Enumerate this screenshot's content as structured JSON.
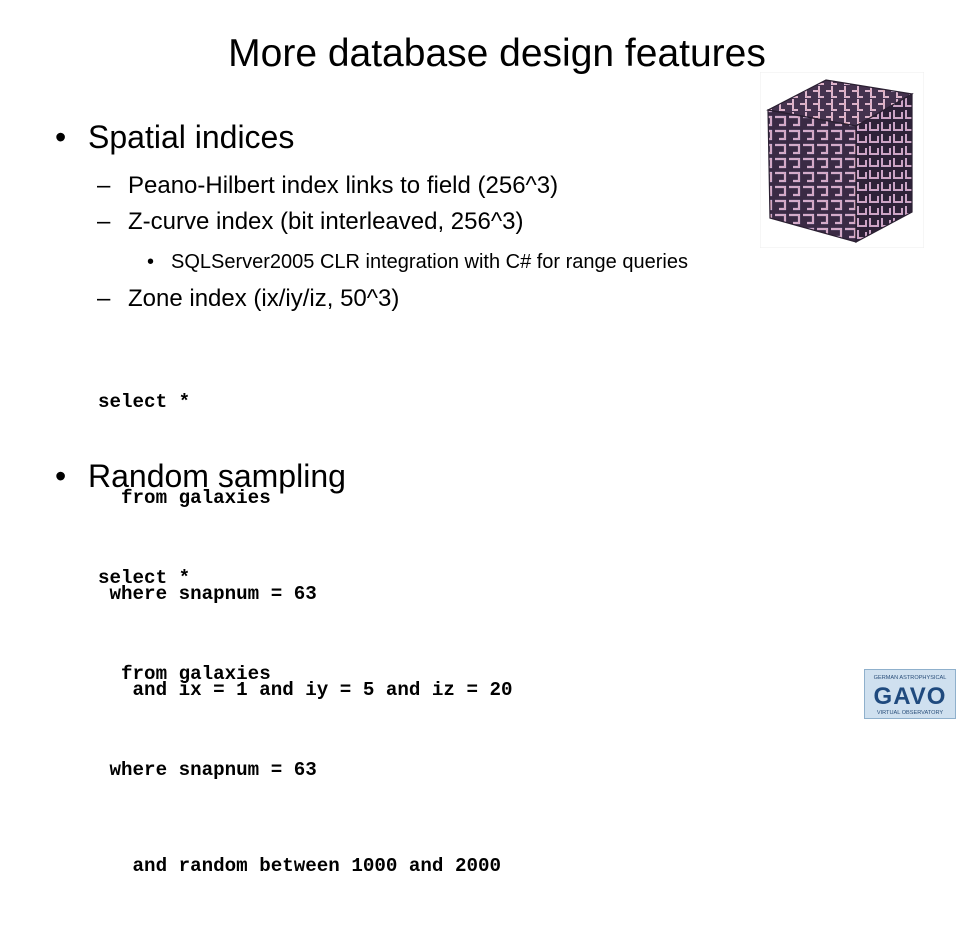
{
  "slide": {
    "title": "More database design features",
    "sections": [
      {
        "heading": "Spatial indices",
        "items": [
          {
            "text": "Peano-Hilbert index links to field (256^3)"
          },
          {
            "text": "Z-curve index (bit interleaved, 256^3)"
          },
          {
            "subtext": "SQLServer2005 CLR integration with C# for range queries"
          },
          {
            "text": "Zone index (ix/iy/iz, 50^3)"
          }
        ],
        "code": [
          "select *",
          "  from galaxies",
          " where snapnum = 63",
          "   and ix = 1 and iy = 5 and iz = 20"
        ]
      },
      {
        "heading": "Random sampling",
        "code": [
          "select *",
          "  from galaxies",
          " where snapnum = 63",
          "   and random between 1000 and 2000"
        ]
      }
    ],
    "bullet_glyph": "•",
    "dash_glyph": "–",
    "image_alt": "3D space-filling curve cube illustration",
    "logo": {
      "top_text": "GERMAN ASTROPHYSICAL",
      "main_text": "GAVO",
      "bottom_text": "VIRTUAL OBSERVATORY"
    }
  }
}
